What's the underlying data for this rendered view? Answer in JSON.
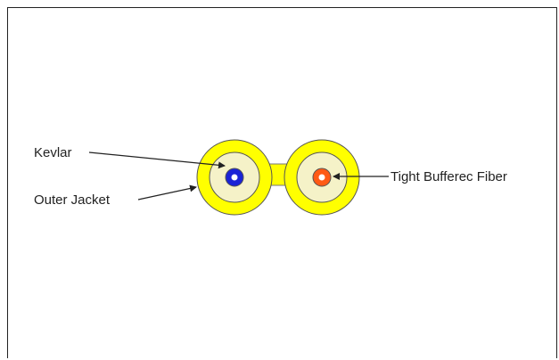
{
  "labels": {
    "kevlar": "Kevlar",
    "outer_jacket": "Outer Jacket",
    "tight_buffered_fiber": "Tight Bufferec Fiber"
  },
  "colors": {
    "jacket": "#ffff00",
    "kevlar": "#f5f2c8",
    "fiber_left": "#1a23d6",
    "fiber_right": "#ff5a14",
    "fiber_core": "#ffffff",
    "outline": "#555555"
  }
}
